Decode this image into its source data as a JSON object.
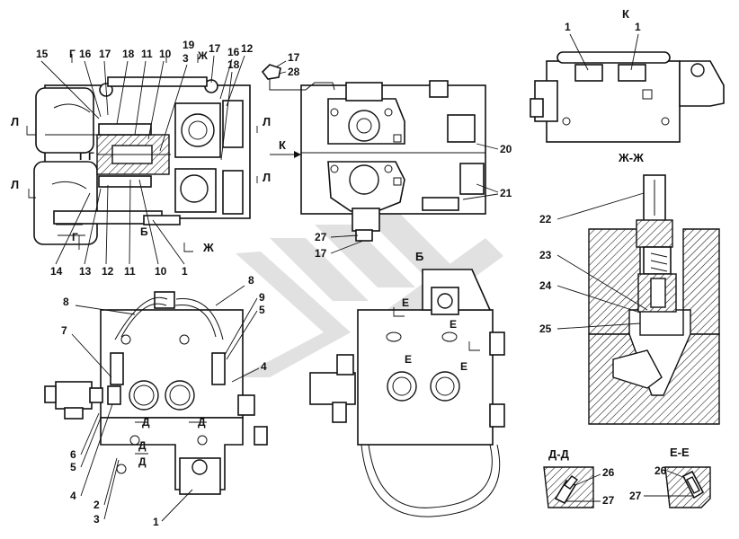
{
  "labels": {
    "L15": "15",
    "G_top": "Г",
    "L16a": "16",
    "L17a": "17",
    "L18a": "18",
    "L11a": "11",
    "L10a": "10",
    "L19": "19",
    "L3a": "3",
    "ZH_top": "Ж",
    "L17b": "17",
    "L16b": "16",
    "L12a": "12",
    "L18b": "18",
    "L_left1": "Л",
    "L_right1": "Л",
    "L_left2": "Л",
    "L_right2": "Л",
    "G_mid1": "Г",
    "G_mid2": "Г",
    "G_bot": "Г",
    "B_sec": "Б",
    "ZH_bot": "Ж",
    "L14": "14",
    "L13": "13",
    "L12b": "12",
    "L11b": "11",
    "L10b": "10",
    "L1a": "1",
    "L17c": "17",
    "L28": "28",
    "K_arrow": "К",
    "L20": "20",
    "L21": "21",
    "L27a": "27",
    "L17d": "17",
    "L8a": "8",
    "L8b": "8",
    "L9": "9",
    "L5a": "5",
    "L7": "7",
    "L4a": "4",
    "L6": "6",
    "L5b": "5",
    "L4b": "4",
    "L2": "2",
    "L3b": "3",
    "L1b": "1",
    "D1": "Д",
    "D2": "Д",
    "D3": "Д",
    "D4": "Д",
    "B_view": "Б",
    "E1": "Е",
    "E2": "Е",
    "E3": "Е",
    "E4": "Е",
    "K_view": "К",
    "L1c": "1",
    "L1d": "1",
    "ZHZH": "Ж-Ж",
    "L22": "22",
    "L23": "23",
    "L24": "24",
    "L25": "25",
    "DD": "Д-Д",
    "L26a": "26",
    "L27b": "27",
    "EE": "Е-Е",
    "L26b": "26",
    "L27c": "27"
  }
}
